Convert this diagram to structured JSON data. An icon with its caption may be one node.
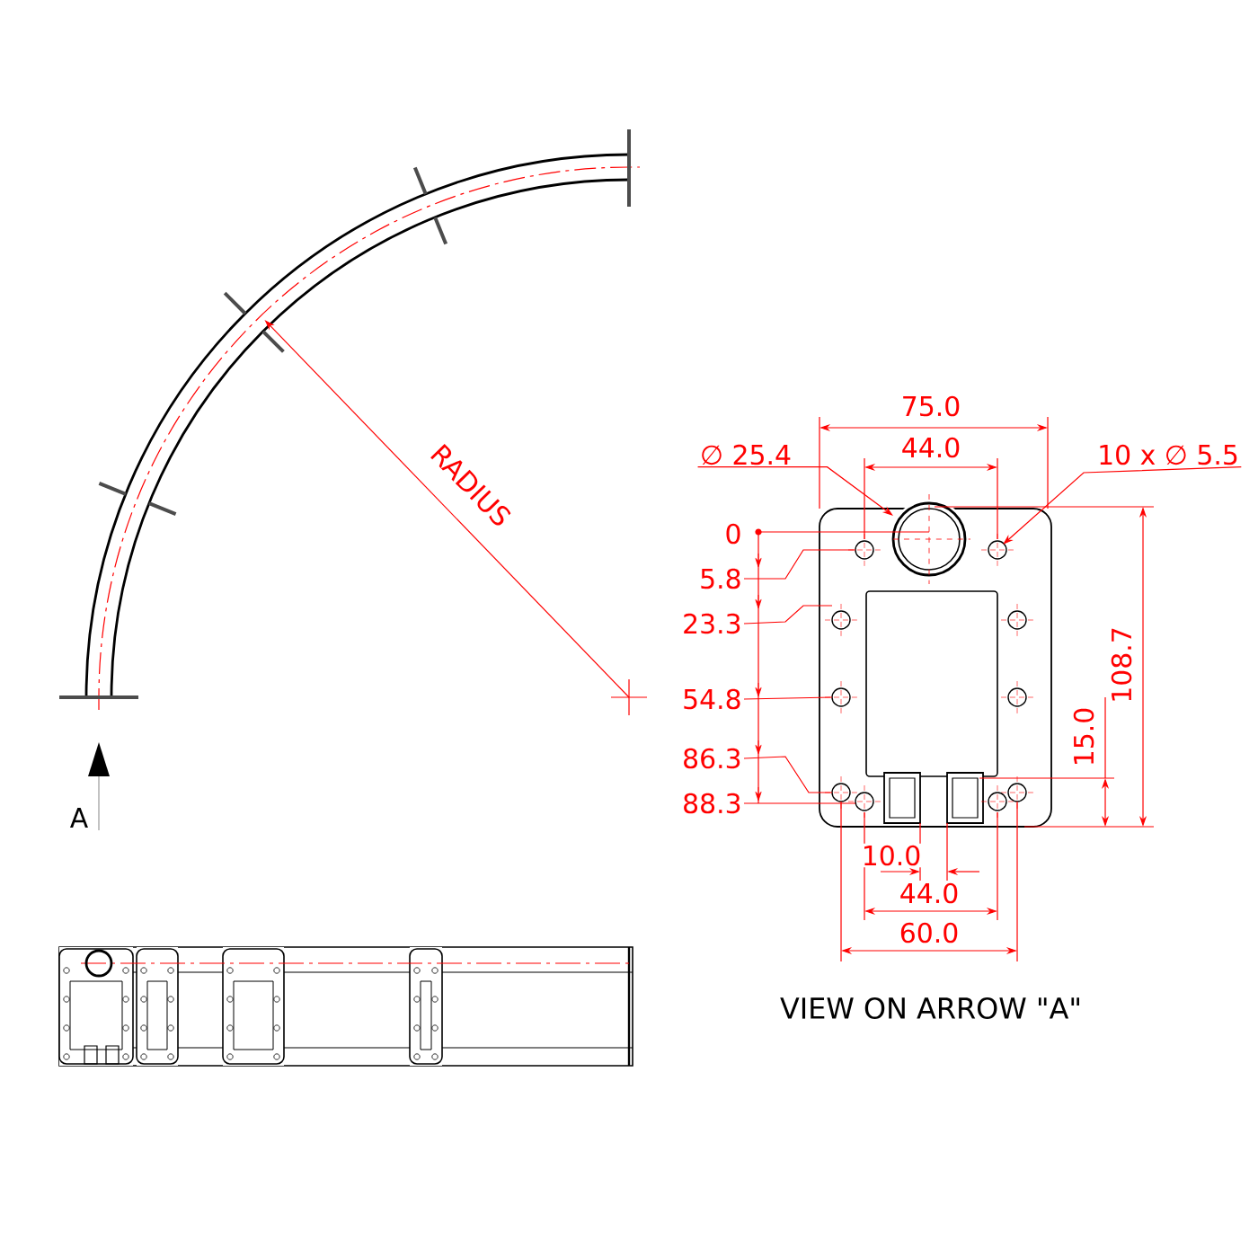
{
  "diagram": {
    "caption": "VIEW ON ARROW \"A\"",
    "nodes": [
      {
        "text": [
          "∅ 25.4"
        ]
      },
      {
        "text": [
          "10 x ∅ 5.5"
        ]
      },
      {
        "text": [
          "5.8"
        ]
      },
      {
        "text": [
          "23.3"
        ]
      },
      {
        "text": [
          "54.8"
        ]
      },
      {
        "text": [
          "86.3"
        ]
      },
      {
        "text": [
          "88.3"
        ]
      }
    ],
    "edges": [
      {
        "from": 0,
        "to": null,
        "arrow": "to"
      },
      {
        "from": 1,
        "to": null,
        "arrow": "to"
      },
      {
        "from": 2,
        "to": null,
        "arrow": "none"
      },
      {
        "from": 3,
        "to": null,
        "arrow": "none"
      },
      {
        "from": 4,
        "to": null,
        "arrow": "none"
      },
      {
        "from": 5,
        "to": null,
        "arrow": "none"
      },
      {
        "from": 6,
        "to": null,
        "arrow": "none"
      }
    ],
    "labels": [
      "RADIUS",
      "75.0",
      "44.0",
      "0",
      "108.7",
      "15.0",
      "A",
      "10.0",
      "44.0",
      "60.0"
    ]
  }
}
